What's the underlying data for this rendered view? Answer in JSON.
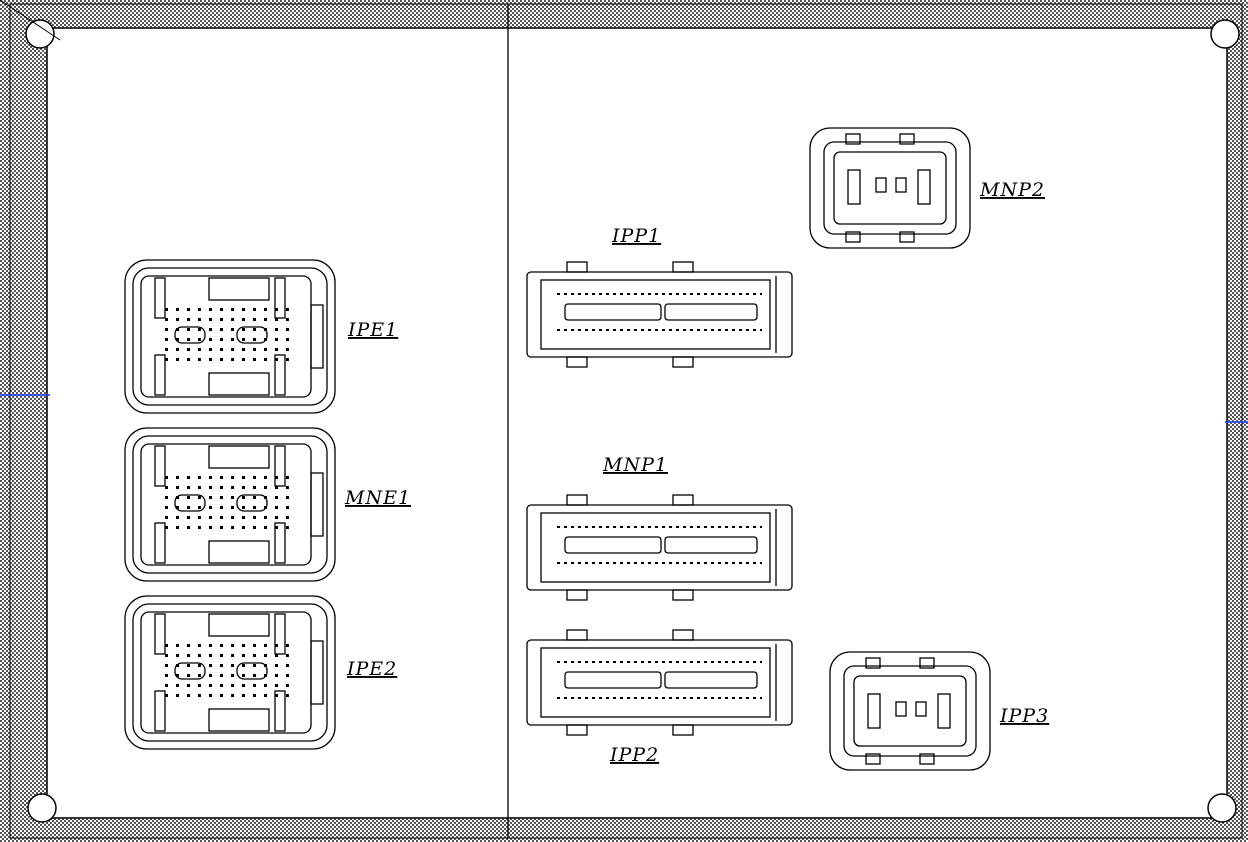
{
  "drawing": {
    "connectors": [
      {
        "id": "ipe1",
        "label": "IPE1",
        "kind": "ecu-square"
      },
      {
        "id": "mne1",
        "label": "MNE1",
        "kind": "ecu-square"
      },
      {
        "id": "ipe2",
        "label": "IPE2",
        "kind": "ecu-square"
      },
      {
        "id": "ipp1",
        "label": "IPP1",
        "kind": "wide-header"
      },
      {
        "id": "mnp1",
        "label": "MNP1",
        "kind": "wide-header"
      },
      {
        "id": "ipp2",
        "label": "IPP2",
        "kind": "wide-header"
      },
      {
        "id": "mnp2",
        "label": "MNP2",
        "kind": "small-square"
      },
      {
        "id": "ipp3",
        "label": "IPP3",
        "kind": "small-square"
      }
    ],
    "colors": {
      "line": "#000000",
      "border_hatch": "#555555",
      "watermark": "#f3c9c9",
      "guide_tick": "#1a3cff"
    }
  }
}
